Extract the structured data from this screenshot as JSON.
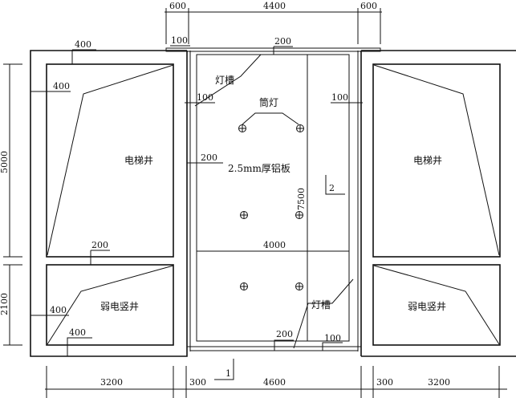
{
  "rooms": {
    "elevator_left": "电梯井",
    "elevator_right": "电梯井",
    "weak_left": "弱电竖井",
    "weak_right": "弱电竖井"
  },
  "labels": {
    "downlight": "筒灯",
    "light_slot_top": "灯槽",
    "light_slot_bottom": "灯槽",
    "panel": "2.5mm厚铝板",
    "section_1": "1",
    "section_2": "2"
  },
  "dims": {
    "top": [
      "600",
      "4400",
      "600"
    ],
    "bottom": [
      "3200",
      "300",
      "4600",
      "300",
      "3200"
    ],
    "left": [
      "5000",
      "2100"
    ],
    "wall_top_400": "400",
    "wall_left_400": "400",
    "gap_100_top": "100",
    "gap_200_top": "200",
    "gap_100_left": "100",
    "gap_100_right": "100",
    "gap_200_left": "200",
    "room_gap_200": "200",
    "weak_400_a": "400",
    "weak_400_b": "400",
    "width_4000": "4000",
    "height_7500": "7500",
    "bottom_200": "200",
    "bottom_100": "100"
  }
}
